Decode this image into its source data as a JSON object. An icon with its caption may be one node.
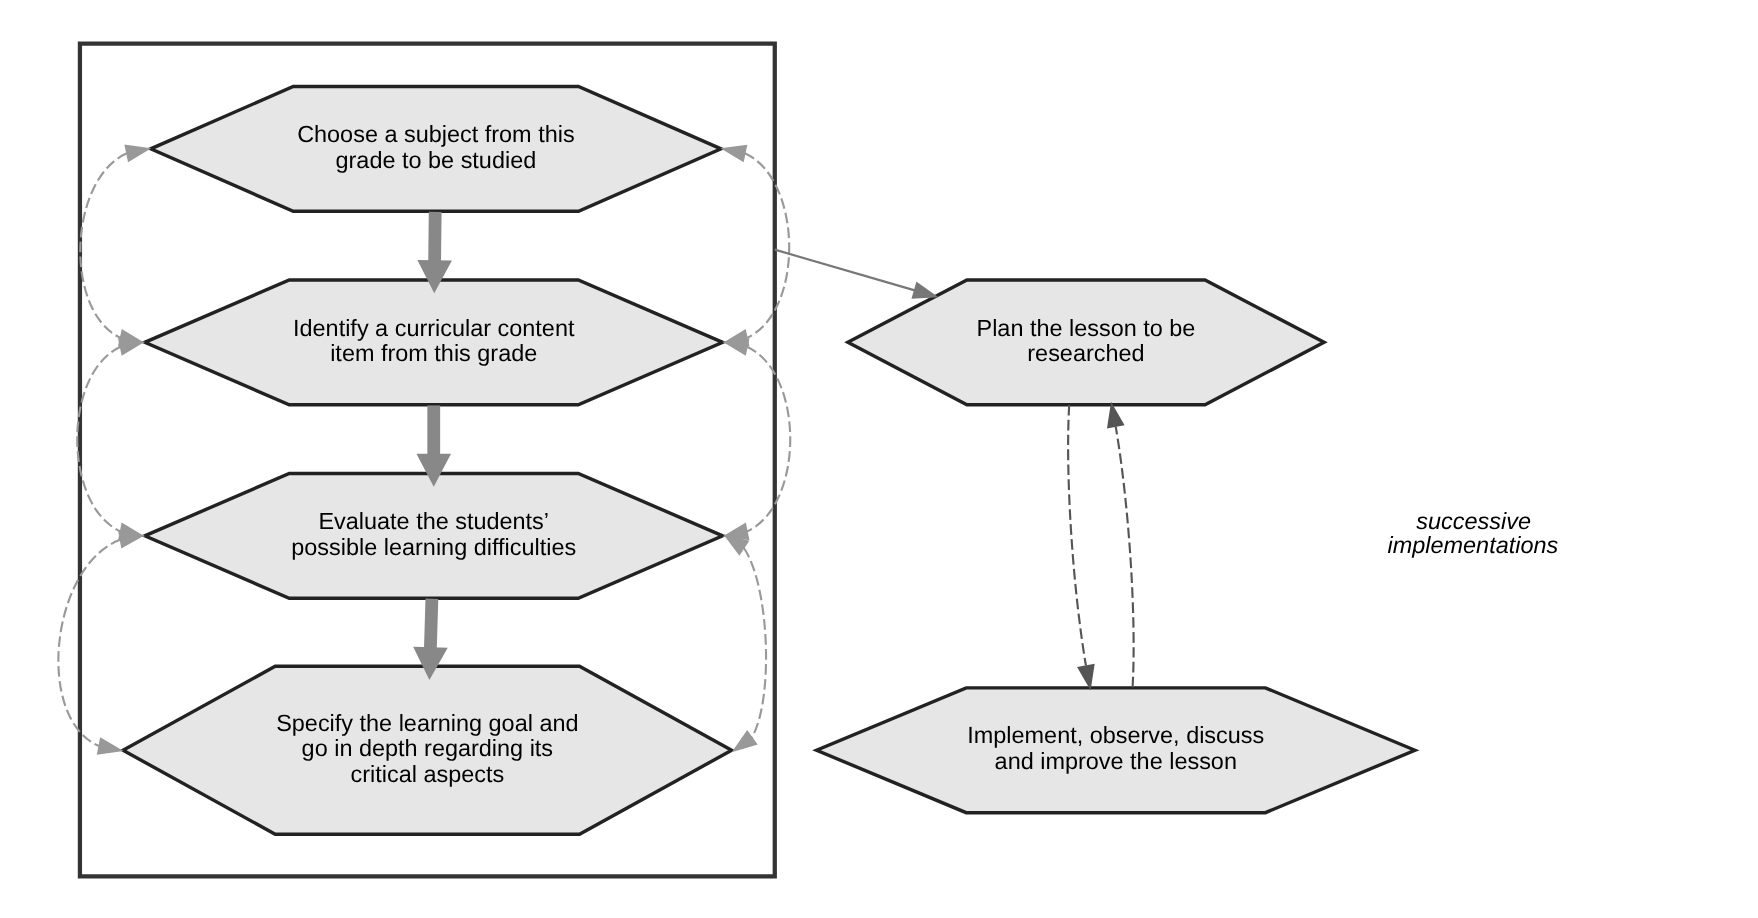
{
  "diagram": {
    "nodes": [
      {
        "text": [],
        "shape": "box"
      },
      {
        "text": [
          "Choose a subject from this grade to be studied"
        ],
        "in": 0
      },
      {
        "text": [
          "Identify a curricular content item from this grade"
        ],
        "in": 0
      },
      {
        "text": [
          "Evaluate the students’ possible learning difficulties"
        ],
        "in": 0
      },
      {
        "text": [
          "Specify the learning goal and go in depth regarding its critical aspects"
        ],
        "in": 0
      },
      {
        "text": [
          "Plan the lesson to be researched"
        ]
      },
      {
        "text": [
          "Implement, observe, discuss and improve the lesson"
        ]
      }
    ],
    "edges": [
      {
        "from": 0,
        "to": 5,
        "arrow": "to",
        "color": "#777777"
      },
      {
        "from": 1,
        "to": 2,
        "arrow": "to",
        "style": "thick"
      },
      {
        "from": 2,
        "to": 3,
        "arrow": "to",
        "style": "thick"
      },
      {
        "from": 3,
        "to": 4,
        "arrow": "to",
        "style": "thick"
      },
      {
        "from": 1,
        "to": 2,
        "arrow": "both",
        "style": "dashed",
        "color": "#999999"
      },
      {
        "from": 2,
        "to": 3,
        "arrow": "both",
        "style": "dashed",
        "color": "#999999"
      },
      {
        "from": 3,
        "to": 4,
        "arrow": "both",
        "style": "dashed",
        "color": "#999999"
      },
      {
        "from": 1,
        "to": 2,
        "arrow": "both",
        "style": "dashed",
        "color": "#999999"
      },
      {
        "from": 2,
        "to": 3,
        "arrow": "both",
        "style": "dashed",
        "color": "#999999"
      },
      {
        "from": 3,
        "to": 4,
        "arrow": "both",
        "style": "dashed",
        "color": "#999999"
      },
      {
        "from": 5,
        "to": 6,
        "arrow": "to",
        "style": "dashed"
      },
      {
        "from": 6,
        "to": 5,
        "arrow": "to",
        "style": "dashed"
      }
    ],
    "labels": [
      "successive implementations"
    ]
  }
}
